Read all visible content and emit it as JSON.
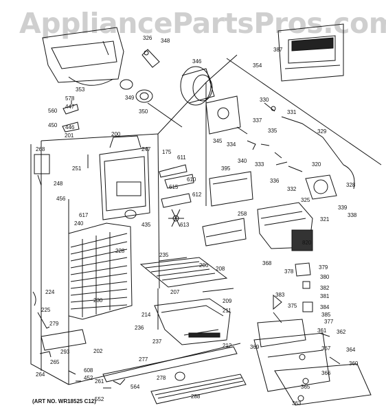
{
  "watermark": "AppliancePartsPros.com",
  "footer_note": "(ART NO. WR18525 C12)",
  "parts": [
    {
      "no": "326"
    },
    {
      "no": "348"
    },
    {
      "no": "346"
    },
    {
      "no": "387"
    },
    {
      "no": "354"
    },
    {
      "no": "353"
    },
    {
      "no": "578"
    },
    {
      "no": "447"
    },
    {
      "no": "349"
    },
    {
      "no": "350"
    },
    {
      "no": "560"
    },
    {
      "no": "450"
    },
    {
      "no": "446"
    },
    {
      "no": "330"
    },
    {
      "no": "331"
    },
    {
      "no": "337"
    },
    {
      "no": "345"
    },
    {
      "no": "335"
    },
    {
      "no": "329"
    },
    {
      "no": "334"
    },
    {
      "no": "340"
    },
    {
      "no": "333"
    },
    {
      "no": "200"
    },
    {
      "no": "268"
    },
    {
      "no": "201"
    },
    {
      "no": "247"
    },
    {
      "no": "175"
    },
    {
      "no": "611"
    },
    {
      "no": "395"
    },
    {
      "no": "320"
    },
    {
      "no": "336"
    },
    {
      "no": "332"
    },
    {
      "no": "328"
    },
    {
      "no": "251"
    },
    {
      "no": "610"
    },
    {
      "no": "248"
    },
    {
      "no": "615"
    },
    {
      "no": "612"
    },
    {
      "no": "325"
    },
    {
      "no": "339"
    },
    {
      "no": "456"
    },
    {
      "no": "321"
    },
    {
      "no": "338"
    },
    {
      "no": "617"
    },
    {
      "no": "435"
    },
    {
      "no": "258"
    },
    {
      "no": "240"
    },
    {
      "no": "613"
    },
    {
      "no": "820"
    },
    {
      "no": "228"
    },
    {
      "no": "235"
    },
    {
      "no": "368"
    },
    {
      "no": "206"
    },
    {
      "no": "208"
    },
    {
      "no": "378"
    },
    {
      "no": "379"
    },
    {
      "no": "380"
    },
    {
      "no": "207"
    },
    {
      "no": "382"
    },
    {
      "no": "209"
    },
    {
      "no": "224"
    },
    {
      "no": "230"
    },
    {
      "no": "383"
    },
    {
      "no": "381"
    },
    {
      "no": "211"
    },
    {
      "no": "225"
    },
    {
      "no": "214"
    },
    {
      "no": "375"
    },
    {
      "no": "384"
    },
    {
      "no": "385"
    },
    {
      "no": "279"
    },
    {
      "no": "236"
    },
    {
      "no": "377"
    },
    {
      "no": "361"
    },
    {
      "no": "362"
    },
    {
      "no": "237"
    },
    {
      "no": "212"
    },
    {
      "no": "202"
    },
    {
      "no": "369"
    },
    {
      "no": "293"
    },
    {
      "no": "367"
    },
    {
      "no": "364"
    },
    {
      "no": "265"
    },
    {
      "no": "277"
    },
    {
      "no": "608"
    },
    {
      "no": "264"
    },
    {
      "no": "360"
    },
    {
      "no": "452"
    },
    {
      "no": "261"
    },
    {
      "no": "278"
    },
    {
      "no": "366"
    },
    {
      "no": "564"
    },
    {
      "no": "288"
    },
    {
      "no": "365"
    },
    {
      "no": "552"
    },
    {
      "no": "363"
    }
  ]
}
